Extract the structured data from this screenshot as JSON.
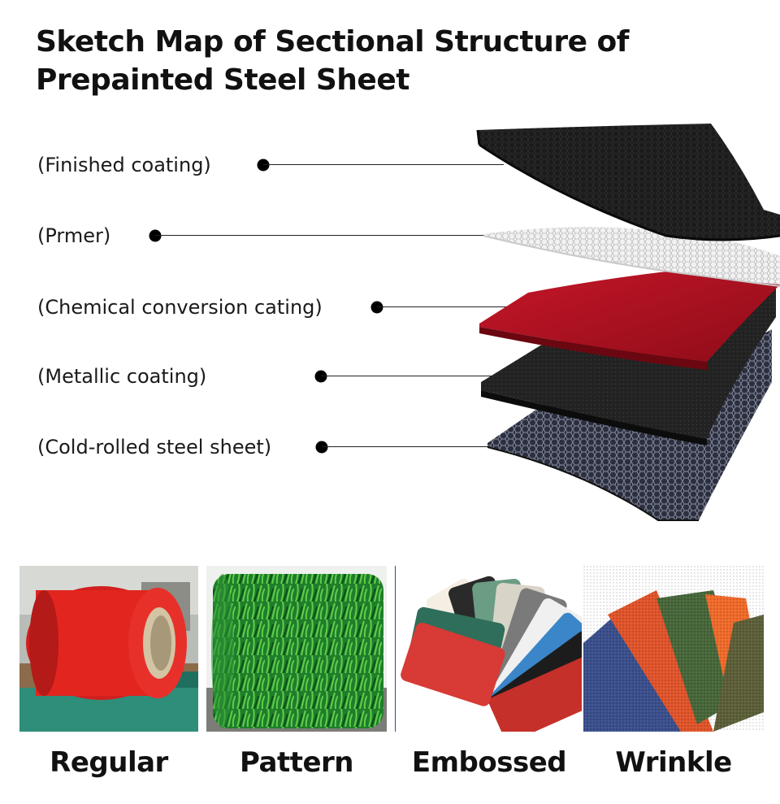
{
  "title": {
    "line1": "Sketch Map of Sectional Structure of",
    "line2": "Prepainted Steel Sheet"
  },
  "layers": [
    {
      "label": "(Finished coating)",
      "icon": "black-textured-sheet"
    },
    {
      "label": "(Prmer)",
      "icon": "white-mesh-sheet"
    },
    {
      "label": "(Chemical conversion cating)",
      "icon": "red-sheet"
    },
    {
      "label": "(Metallic coating)",
      "icon": "dark-sheet"
    },
    {
      "label": "(Cold-rolled steel sheet)",
      "icon": "hex-mesh-sheet"
    }
  ],
  "variants": [
    {
      "label": "Regular",
      "photo": "red-coil-photo"
    },
    {
      "label": "Pattern",
      "photo": "grass-pattern-coil-photo"
    },
    {
      "label": "Embossed",
      "photo": "embossed-swatch-fan-photo"
    },
    {
      "label": "Wrinkle",
      "photo": "wrinkle-swatches-photo"
    }
  ],
  "colors": {
    "finished": "#1a1a1a",
    "primer": "#e8e8e8",
    "chemical": "#b3111f",
    "metallic": "#262626",
    "steel": "#3b3f52"
  }
}
